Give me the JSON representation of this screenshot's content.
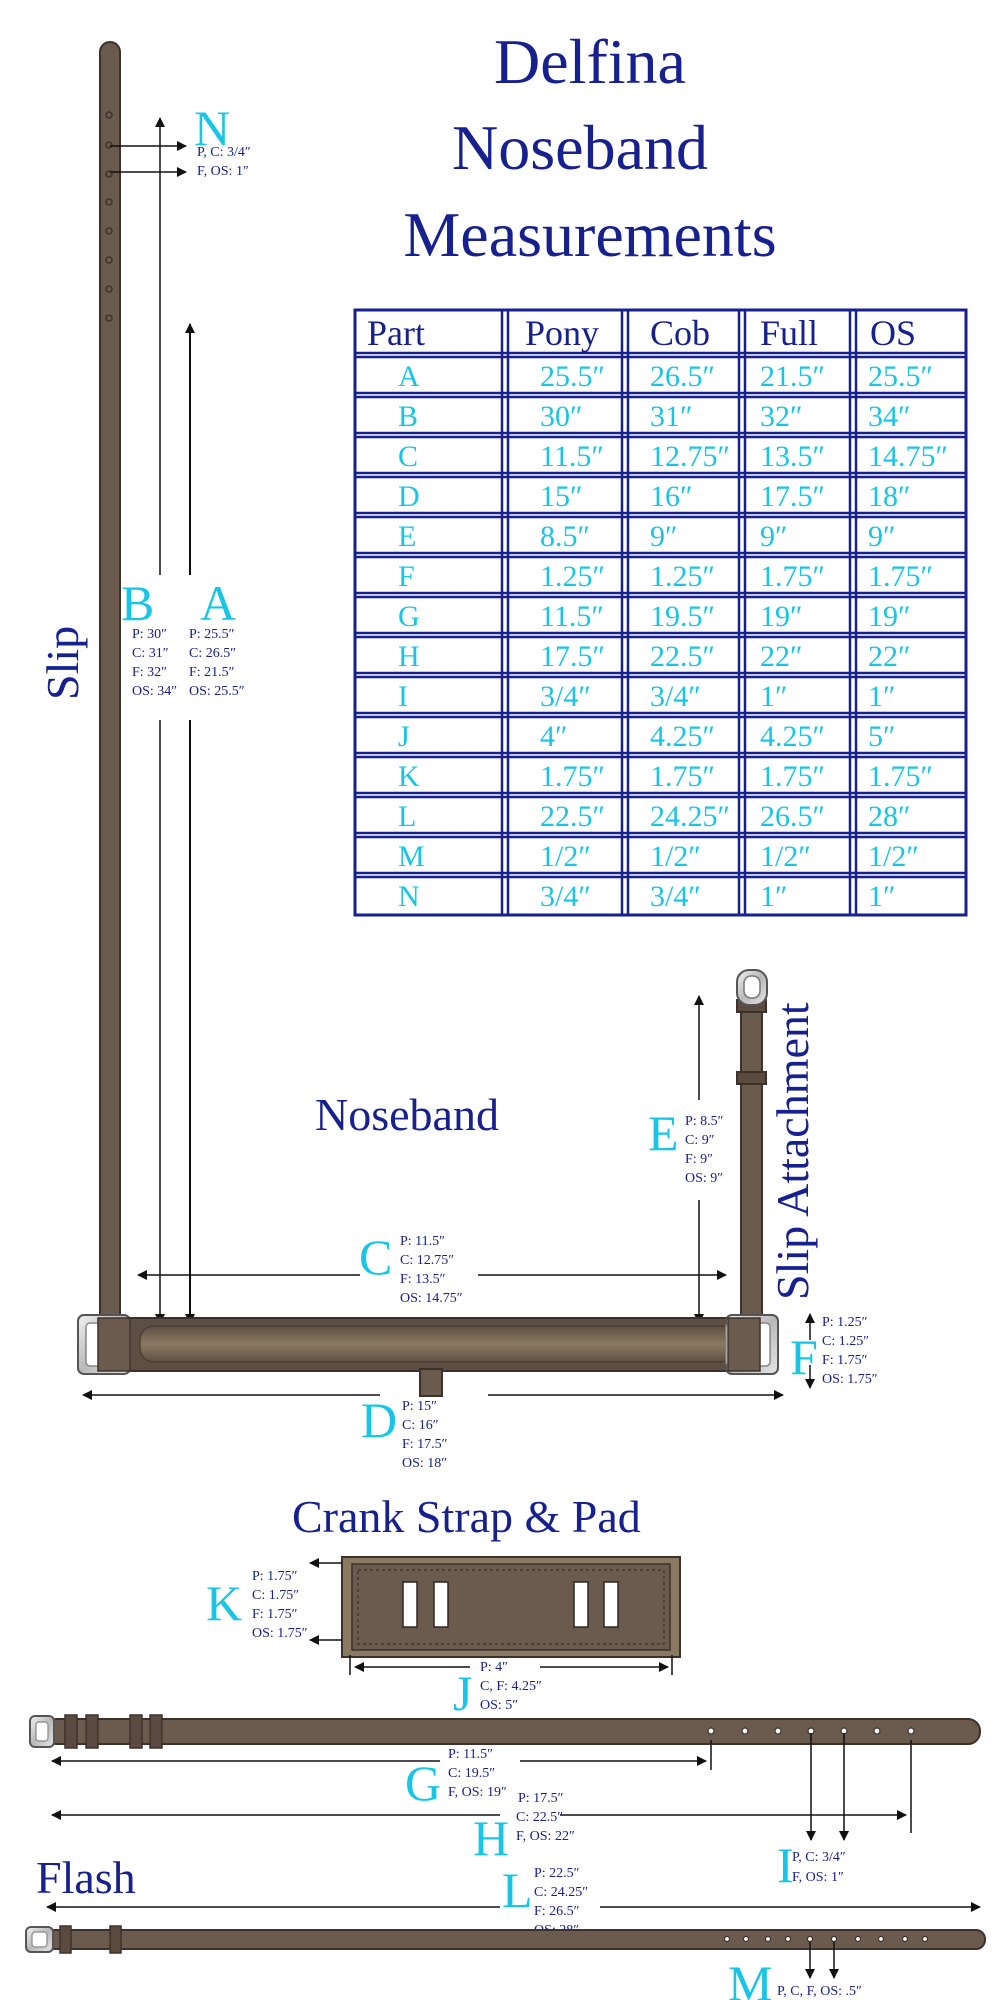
{
  "title": [
    "Delfina",
    "Noseband",
    "Measurements"
  ],
  "table": {
    "headers": [
      "Part",
      "Pony",
      "Cob",
      "Full",
      "OS"
    ],
    "rows": [
      [
        "A",
        "25.5″",
        "26.5″",
        "21.5″",
        "25.5″"
      ],
      [
        "B",
        "30″",
        "31″",
        "32″",
        "34″"
      ],
      [
        "C",
        "11.5″",
        "12.75″",
        "13.5″",
        "14.75″"
      ],
      [
        "D",
        "15″",
        "16″",
        "17.5″",
        "18″"
      ],
      [
        "E",
        "8.5″",
        "9″",
        "9″",
        "9″"
      ],
      [
        "F",
        "1.25″",
        "1.25″",
        "1.75″",
        "1.75″"
      ],
      [
        "G",
        "11.5″",
        "19.5″",
        "19″",
        "19″"
      ],
      [
        "H",
        "17.5″",
        "22.5″",
        "22″",
        "22″"
      ],
      [
        "I",
        "3/4″",
        "3/4″",
        "1″",
        "1″"
      ],
      [
        "J",
        "4″",
        "4.25″",
        "4.25″",
        "5″"
      ],
      [
        "K",
        "1.75″",
        "1.75″",
        "1.75″",
        "1.75″"
      ],
      [
        "L",
        "22.5″",
        "24.25″",
        "26.5″",
        "28″"
      ],
      [
        "M",
        "1/2″",
        "1/2″",
        "1/2″",
        "1/2″"
      ],
      [
        "N",
        "3/4″",
        "3/4″",
        "1″",
        "1″"
      ]
    ]
  },
  "section_labels": {
    "slip": "Slip",
    "noseband": "Noseband",
    "slip_attachment": "Slip Attachment",
    "crank": "Crank Strap & Pad",
    "flash": "Flash"
  },
  "callouts": {
    "N": {
      "letter": "N",
      "lines": [
        "P, C: 3/4″",
        "F, OS: 1″"
      ]
    },
    "B": {
      "letter": "B",
      "lines": [
        "P: 30″",
        "C: 31″",
        "F: 32″",
        "OS: 34″"
      ]
    },
    "A": {
      "letter": "A",
      "lines": [
        "P: 25.5″",
        "C: 26.5″",
        "F: 21.5″",
        "OS: 25.5″"
      ]
    },
    "E": {
      "letter": "E",
      "lines": [
        "P: 8.5″",
        "C: 9″",
        "F: 9″",
        "OS: 9″"
      ]
    },
    "C": {
      "letter": "C",
      "lines": [
        "P: 11.5″",
        "C: 12.75″",
        "F: 13.5″",
        "OS: 14.75″"
      ]
    },
    "F": {
      "letter": "F",
      "lines": [
        "P: 1.25″",
        "C: 1.25″",
        "F: 1.75″",
        "OS: 1.75″"
      ]
    },
    "D": {
      "letter": "D",
      "lines": [
        "P: 15″",
        "C: 16″",
        "F: 17.5″",
        "OS: 18″"
      ]
    },
    "K": {
      "letter": "K",
      "lines": [
        "P: 1.75″",
        "C: 1.75″",
        "F: 1.75″",
        "OS: 1.75″"
      ]
    },
    "J": {
      "letter": "J",
      "lines": [
        "P: 4″",
        "C, F: 4.25″",
        "OS: 5″"
      ]
    },
    "G": {
      "letter": "G",
      "lines": [
        "P: 11.5″",
        "C: 19.5″",
        "F, OS: 19″"
      ]
    },
    "H": {
      "letter": "H",
      "lines": [
        "P: 17.5″",
        "C: 22.5″",
        "F, OS:  22″"
      ]
    },
    "I": {
      "letter": "I",
      "lines": [
        "P, C: 3/4″",
        "F, OS: 1″"
      ]
    },
    "L": {
      "letter": "L",
      "lines": [
        "P: 22.5″",
        "C: 24.25″",
        "F: 26.5″",
        "OS: 28″"
      ]
    },
    "M": {
      "letter": "M",
      "lines": [
        "P, C, F, OS: .5″"
      ]
    }
  },
  "colors": {
    "navy": "#16208f",
    "cyan": "#17c6e6",
    "leather": "#6b5a4e",
    "leather_dark": "#4d3f36"
  }
}
